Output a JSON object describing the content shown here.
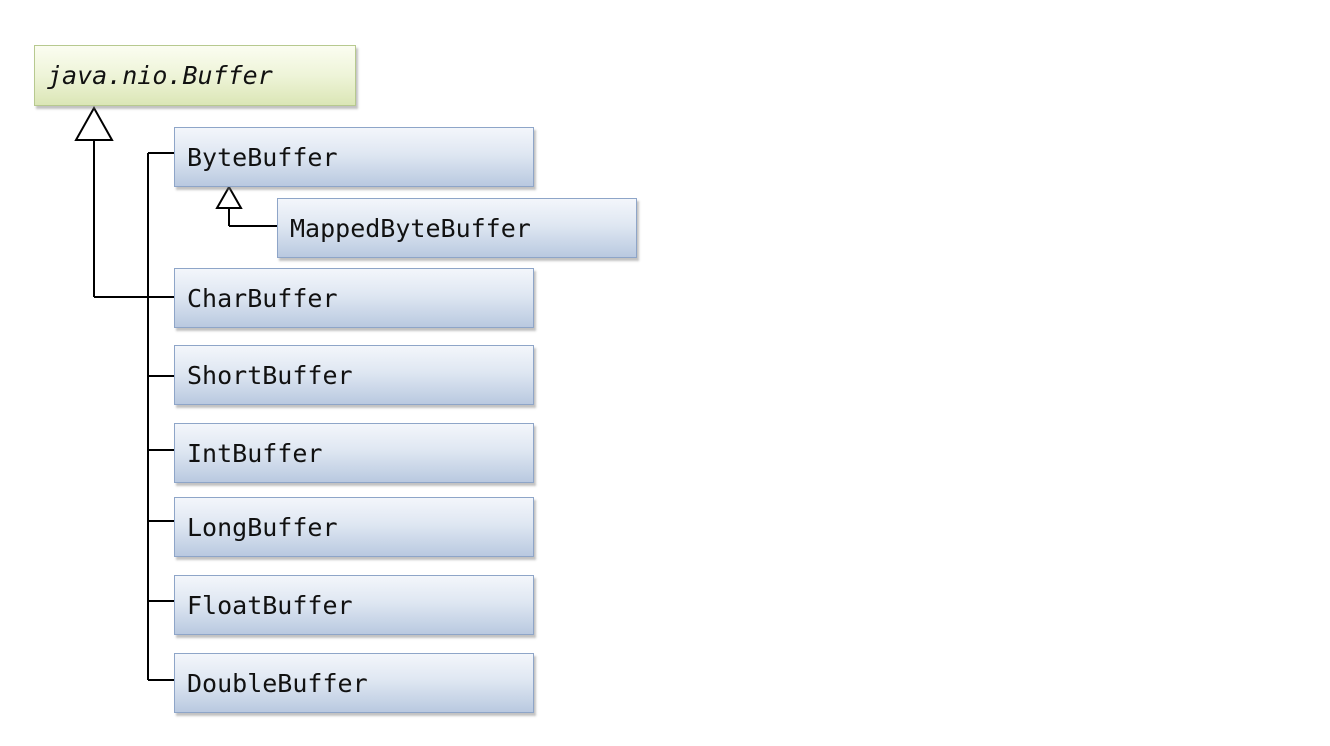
{
  "diagram": {
    "root": {
      "label": "java.nio.Buffer"
    },
    "classes": {
      "byte_buffer": "ByteBuffer",
      "mapped_byte_buffer": "MappedByteBuffer",
      "char_buffer": "CharBuffer",
      "short_buffer": "ShortBuffer",
      "int_buffer": "IntBuffer",
      "long_buffer": "LongBuffer",
      "float_buffer": "FloatBuffer",
      "double_buffer": "DoubleBuffer"
    },
    "colors": {
      "class_border": "#8ea5c8",
      "root_border": "#b7c98f",
      "connector": "#000000"
    }
  }
}
